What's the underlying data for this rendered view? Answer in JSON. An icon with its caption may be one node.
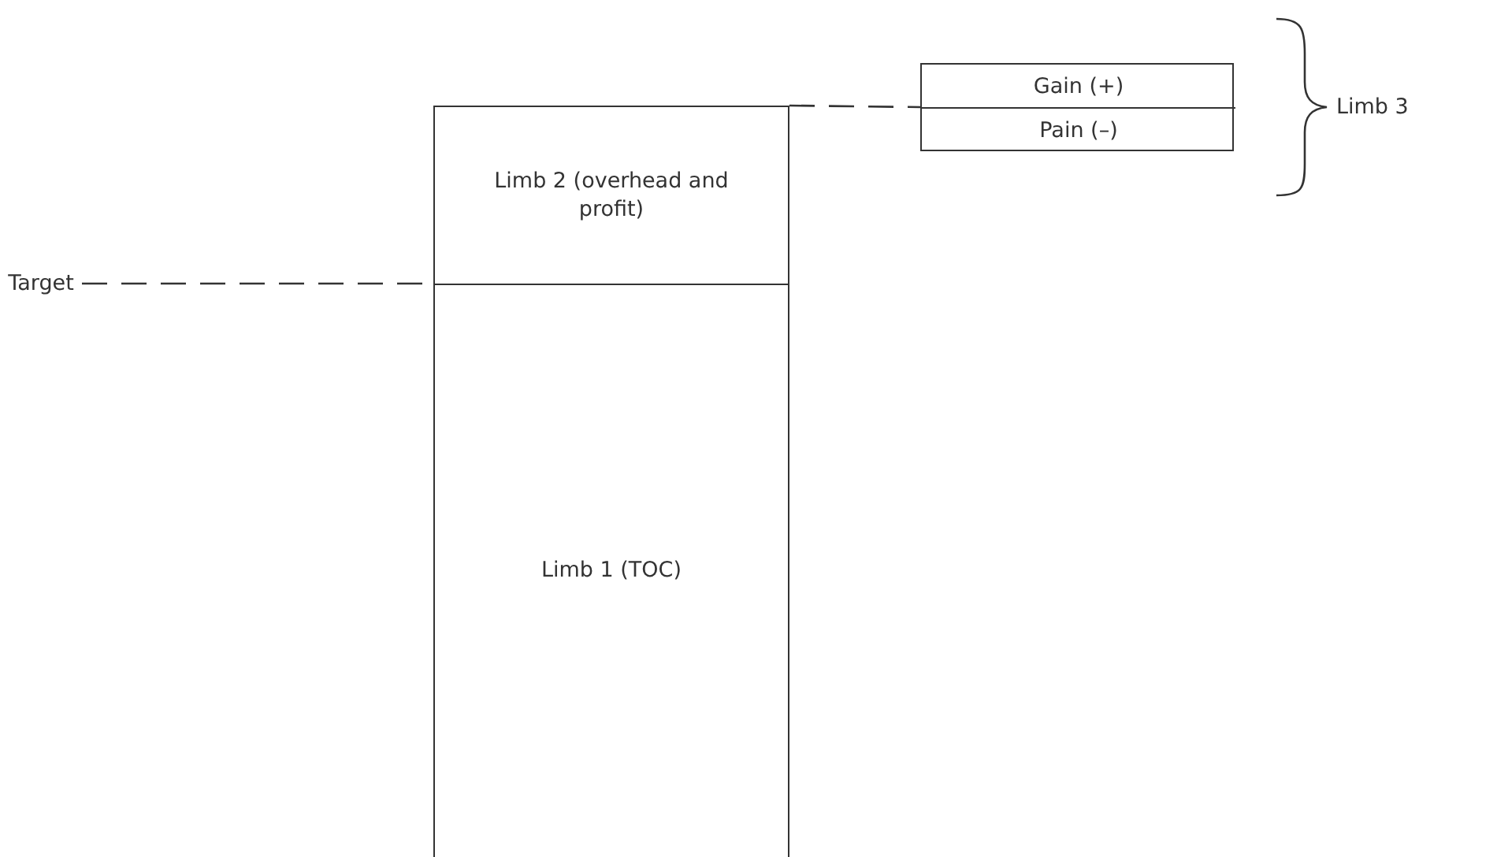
{
  "diagram": {
    "nodes": [
      {
        "text": [],
        "shape": "box"
      },
      {
        "text": [
          "Gain (+)"
        ],
        "in": 0
      },
      {
        "text": [
          "Pain (–)"
        ],
        "in": 0
      },
      {
        "text": [
          "Limb 2 (overhead and profit)"
        ]
      },
      {
        "text": [
          "Target"
        ]
      },
      {
        "text": [
          "Limb 1 (TOC)"
        ]
      }
    ],
    "edges": [
      {
        "from": 3,
        "to": 0,
        "arrow": "none",
        "style": "dashed"
      },
      {
        "from": 4,
        "to": 5,
        "arrow": "none",
        "style": "dashed"
      }
    ],
    "labels": [
      "Limb 3"
    ]
  }
}
